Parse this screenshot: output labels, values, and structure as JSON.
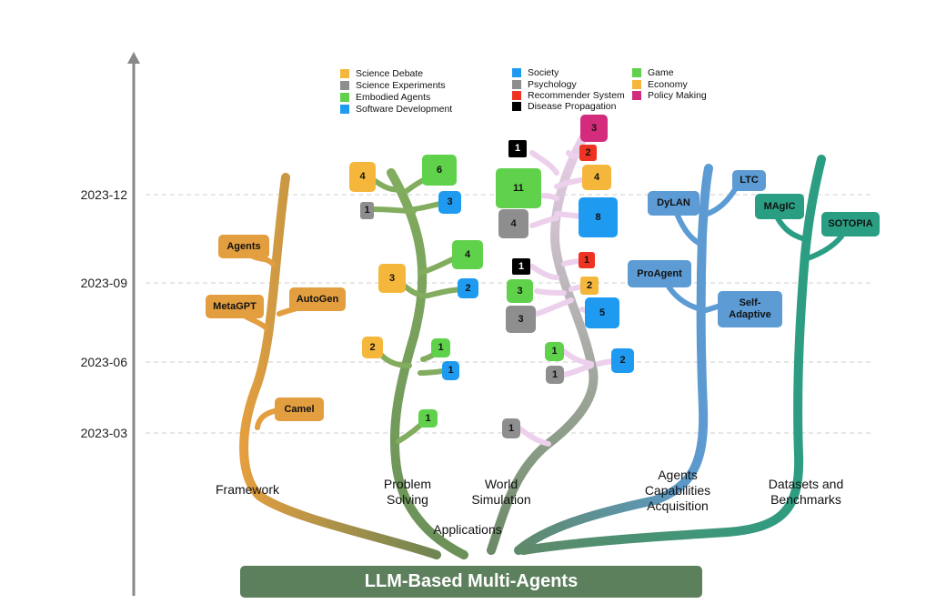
{
  "root_label": "LLM-Based Multi-Agents",
  "y_axis_ticks": [
    "2023-12",
    "2023-09",
    "2023-06",
    "2023-03"
  ],
  "branch_labels": {
    "framework": "Framework",
    "problem_solving": "Problem\nSolving",
    "world_simulation": "World\nSimulation",
    "applications": "Applications",
    "agents_capabilities": "Agents\nCapabilities\nAcquisition",
    "datasets": "Datasets and\nBenchmarks"
  },
  "legend": {
    "problem_solving": [
      {
        "label": "Science Debate",
        "color": "#f5b73b"
      },
      {
        "label": "Science Experiments",
        "color": "#8e8e8e"
      },
      {
        "label": "Embodied Agents",
        "color": "#5fd14a"
      },
      {
        "label": "Software Development",
        "color": "#1e9bf0"
      }
    ],
    "world_simulation_a": [
      {
        "label": "Society",
        "color": "#1e9bf0"
      },
      {
        "label": "Psychology",
        "color": "#8e8e8e"
      },
      {
        "label": "Recommender System",
        "color": "#ee3322"
      },
      {
        "label": "Disease Propagation",
        "color": "#000000"
      }
    ],
    "world_simulation_b": [
      {
        "label": "Game",
        "color": "#5fd14a"
      },
      {
        "label": "Economy",
        "color": "#f5b73b"
      },
      {
        "label": "Policy Making",
        "color": "#d42c7d"
      }
    ]
  },
  "framework_nodes": [
    "Agents",
    "MetaGPT",
    "AutoGen",
    "Camel"
  ],
  "problem_solving_nodes": [
    "4",
    "6",
    "1",
    "3",
    "3",
    "4",
    "2",
    "2",
    "1",
    "1",
    "1"
  ],
  "world_simulation_nodes": [
    "3",
    "1",
    "2",
    "4",
    "11",
    "8",
    "4",
    "1",
    "1",
    "3",
    "2",
    "3",
    "5",
    "1",
    "2",
    "1",
    "1"
  ],
  "agents_nodes": [
    "DyLAN",
    "LTC",
    "ProAgent",
    "Self-\nAdaptive"
  ],
  "datasets_nodes": [
    "MAgIC",
    "SOTOPIA"
  ],
  "colors": {
    "framework": "#e39e3f",
    "problem_solving": "#82ac5e",
    "world_simulation": "#ecd0ec",
    "agents": "#5c9bd4",
    "datasets": "#2a9e83",
    "root": "#5c7f5c",
    "science_debate": "#f5b73b",
    "science_experiments": "#8e8e8e",
    "embodied": "#5fd14a",
    "software": "#1e9bf0",
    "recommender": "#ee3322",
    "disease": "#000000",
    "policy": "#d42c7d"
  }
}
